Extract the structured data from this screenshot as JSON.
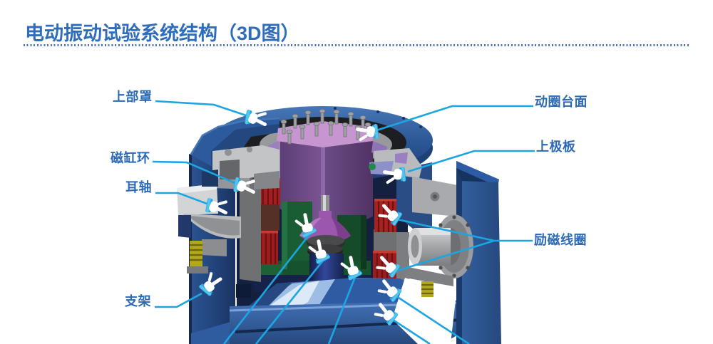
{
  "title": "电动振动试验系统结构（3D图）",
  "colors": {
    "title_blue": "#2e6cbd",
    "label_blue": "#2d6ab5",
    "leader_cyan": "#1ba6e2",
    "dotted_rule_blue": "#4d77bb",
    "shell_blue": "#2a5391",
    "moving_coil_purple": "#6a4a86",
    "moving_coil_top_pink": "#c795cf",
    "coil_red": "#a32020",
    "interior_green": "#17522e",
    "base_blue": "#2e5ca6"
  },
  "callouts": [
    {
      "id": "upper-cover",
      "text": "上部罩"
    },
    {
      "id": "magnet-cylinder-ring",
      "text": "磁缸环"
    },
    {
      "id": "trunnion",
      "text": "耳轴"
    },
    {
      "id": "support-bracket",
      "text": "支架"
    },
    {
      "id": "moving-coil-table",
      "text": "动圈台面"
    },
    {
      "id": "upper-pole-plate",
      "text": "上极板"
    },
    {
      "id": "field-coil",
      "text": "励磁线圈"
    }
  ]
}
